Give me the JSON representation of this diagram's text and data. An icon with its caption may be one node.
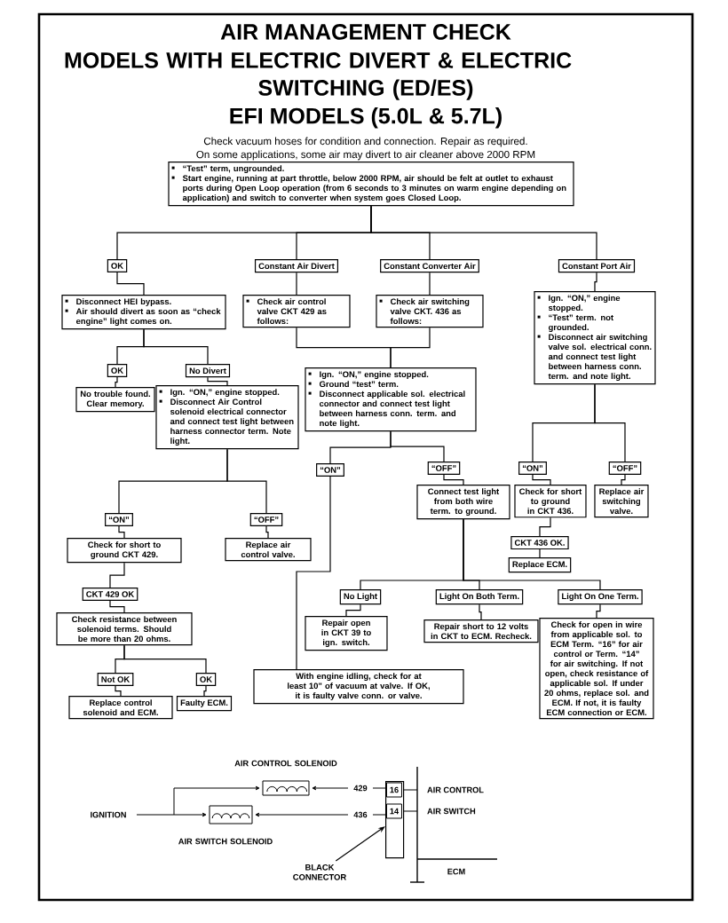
{
  "diagram": {
    "title": "AIR MANAGEMENT CHECK",
    "nodes": [
      {
        "text": [
          "“Test” term, ungrounded.",
          "Start engine, running at part throttle, below 2000 RPM, air should be felt at outlet to exhaust ports during Open Loop operation (from 6 seconds to 3 minutes on warm engine depending on application) and switch to converter when system goes Closed Loop."
        ]
      },
      {
        "text": [
          "OK"
        ]
      },
      {
        "text": [
          "Constant Air Divert"
        ]
      },
      {
        "text": [
          "Constant Converter Air"
        ]
      },
      {
        "text": [
          "Constant Port Air"
        ]
      },
      {
        "text": [
          "Disconnect HEI bypass.",
          "Air should divert as soon as “check engine” light comes on."
        ]
      },
      {
        "text": [
          "Check air control valve CKT 429 as follows:"
        ]
      },
      {
        "text": [
          "Check air switching valve CKT. 436 as follows:"
        ]
      },
      {
        "text": [
          "Ign. “ON,” engine stopped.",
          "“Test” term. not grounded.",
          "Disconnect air switching valve sol. electrical conn. and connect test light between harness conn. term. and note light."
        ]
      },
      {
        "text": [
          "OK"
        ]
      },
      {
        "text": [
          "No Divert"
        ]
      },
      {
        "text": [
          "Ign. “ON,” engine stopped.",
          "Ground “test” term.",
          "Disconnect applicable sol. electrical connector and connect test light between harness conn. term. and note light."
        ]
      },
      {
        "text": [
          "No trouble found. Clear memory."
        ]
      },
      {
        "text": [
          "Ign. “ON,” engine stopped.",
          "Disconnect Air Control solenoid electrical connector and connect test light between harness connector term. Note light."
        ]
      },
      {
        "text": [
          "“ON”"
        ]
      },
      {
        "text": [
          "“OFF”"
        ]
      },
      {
        "text": [
          "“ON”"
        ]
      },
      {
        "text": [
          "“OFF”"
        ]
      },
      {
        "text": [
          "Connect test light from both wire term. to ground."
        ]
      },
      {
        "text": [
          "Check for short to ground in CKT 436."
        ]
      },
      {
        "text": [
          "Replace air switching valve."
        ]
      },
      {
        "text": [
          "“ON”"
        ]
      },
      {
        "text": [
          "“OFF”"
        ]
      },
      {
        "text": [
          "CKT 436 OK."
        ]
      },
      {
        "text": [
          "Check for short to ground CKT 429."
        ]
      },
      {
        "text": [
          "Replace air control valve."
        ]
      },
      {
        "text": [
          "Replace ECM."
        ]
      },
      {
        "text": [
          "CKT 429 OK"
        ]
      },
      {
        "text": [
          "No Light"
        ]
      },
      {
        "text": [
          "Light On Both Term."
        ]
      },
      {
        "text": [
          "Light On One Term."
        ]
      },
      {
        "text": [
          "Repair open in CKT 39 to ign. switch."
        ]
      },
      {
        "text": [
          "Repair short to 12 volts in CKT to ECM. Recheck."
        ]
      },
      {
        "text": [
          "Check resistance between solenoid terms. Should be more than 20 ohms."
        ]
      },
      {
        "text": [
          "Check for open in wire from applicable sol. to ECM Term. “16” for air control or Term. “14” for air switching. If not open, check resistance of applicable sol. If under 20 ohms, replace sol. and ECM. If not, it is faulty ECM connection or ECM."
        ]
      },
      {
        "text": [
          "Not OK"
        ]
      },
      {
        "text": [
          "OK"
        ]
      },
      {
        "text": [
          "With engine idling, check for at least 10\" of vacuum at valve. If OK, it is faulty valve conn. or valve."
        ]
      },
      {
        "text": [
          "Replace control solenoid and ECM."
        ]
      },
      {
        "text": [
          "Faulty ECM."
        ]
      },
      {
        "text": [
          "BLACK CONNECTOR"
        ]
      },
      {
        "text": [],
        "shape": "box"
      }
    ],
    "edges": [
      {
        "from": 0,
        "to": 1,
        "arrow": "none"
      },
      {
        "from": 0,
        "to": 2,
        "arrow": "none"
      },
      {
        "from": 0,
        "to": 3,
        "arrow": "none"
      },
      {
        "from": 0,
        "to": 4,
        "arrow": "none"
      },
      {
        "from": 1,
        "to": 5,
        "arrow": "none"
      },
      {
        "from": 2,
        "to": 6,
        "arrow": "none"
      },
      {
        "from": 3,
        "to": 7,
        "arrow": "none"
      },
      {
        "from": 4,
        "to": 8,
        "arrow": "none"
      },
      {
        "from": 5,
        "to": 9,
        "arrow": "none"
      },
      {
        "from": 5,
        "to": 10,
        "arrow": "none"
      },
      {
        "from": 6,
        "to": 11,
        "arrow": "none"
      },
      {
        "from": 7,
        "to": 11,
        "arrow": "none"
      },
      {
        "from": 9,
        "to": 12,
        "arrow": "none"
      },
      {
        "from": 10,
        "to": 13,
        "arrow": "none"
      },
      {
        "from": 11,
        "to": 14,
        "arrow": "none"
      },
      {
        "from": 11,
        "to": 15,
        "arrow": "none"
      },
      {
        "from": 8,
        "to": 16,
        "arrow": "none"
      },
      {
        "from": 8,
        "to": 17,
        "arrow": "none"
      },
      {
        "from": 13,
        "to": 21,
        "arrow": "none"
      },
      {
        "from": 13,
        "to": 22,
        "arrow": "none"
      },
      {
        "from": 14,
        "to": 37,
        "arrow": "none"
      },
      {
        "from": 15,
        "to": 18,
        "arrow": "none"
      },
      {
        "from": 16,
        "to": 19,
        "arrow": "none"
      },
      {
        "from": 17,
        "to": 20,
        "arrow": "none"
      },
      {
        "from": 21,
        "to": 24,
        "arrow": "none"
      },
      {
        "from": 22,
        "to": 25,
        "arrow": "none"
      },
      {
        "from": 19,
        "to": 23,
        "arrow": "none"
      },
      {
        "from": 23,
        "to": 26,
        "arrow": "none"
      },
      {
        "from": 24,
        "to": 27,
        "arrow": "none"
      },
      {
        "from": 18,
        "to": 28,
        "arrow": "none"
      },
      {
        "from": 18,
        "to": 29,
        "arrow": "none"
      },
      {
        "from": 18,
        "to": 30,
        "arrow": "none"
      },
      {
        "from": 27,
        "to": 33,
        "arrow": "none"
      },
      {
        "from": 28,
        "to": 31,
        "arrow": "none"
      },
      {
        "from": 29,
        "to": 32,
        "arrow": "none"
      },
      {
        "from": 30,
        "to": 34,
        "arrow": "none"
      },
      {
        "from": 33,
        "to": 35,
        "arrow": "none"
      },
      {
        "from": 33,
        "to": 36,
        "arrow": "none"
      },
      {
        "from": 35,
        "to": 38,
        "arrow": "none"
      },
      {
        "from": 36,
        "to": 39,
        "arrow": "none"
      },
      {
        "from": 40,
        "to": 41,
        "arrow": "to"
      }
    ],
    "labels": [
      "MODELS WITH ELECTRIC DIVERT & ELECTRIC SWITCHING (ED/ES)",
      "EFI MODELS (5.0L & 5.7L)",
      "Check vacuum hoses for condition and connection. Repair as required.",
      "On some applications, some air may divert to air cleaner above 2000 RPM",
      "AIR CONTROL SOLENOID",
      "IGNITION",
      "429",
      "16",
      "AIR CONTROL",
      "436",
      "14",
      "AIR SWITCH",
      "AIR SWITCH SOLENOID",
      "ECM"
    ]
  }
}
